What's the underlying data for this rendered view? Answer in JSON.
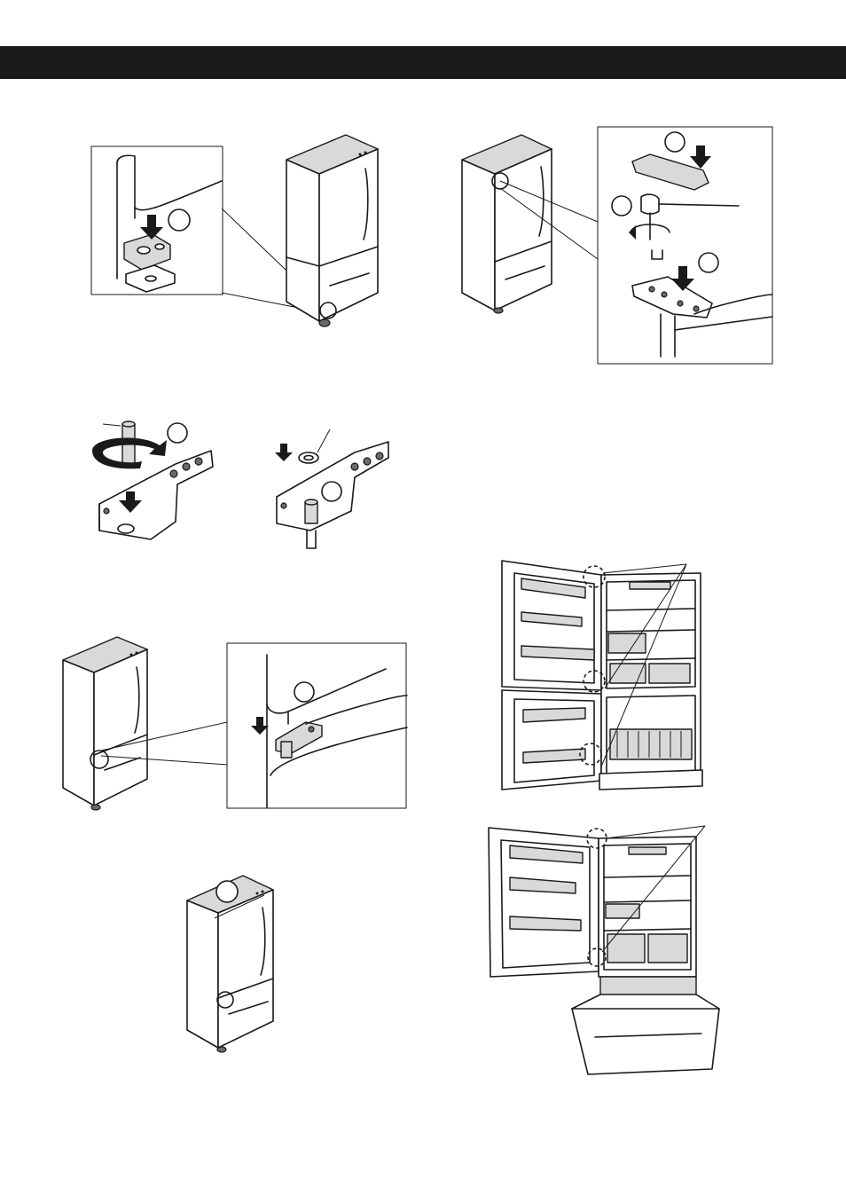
{
  "header": {
    "bar_color": "#1a1a1a"
  },
  "figures": [
    {
      "id": "fig-lower-hinge-detail",
      "icon": "lower-hinge-bracket-illustration"
    },
    {
      "id": "fig-fridge-lower-circle",
      "icon": "refrigerator-illustration"
    },
    {
      "id": "fig-fridge-top-circle",
      "icon": "refrigerator-illustration"
    },
    {
      "id": "fig-top-hinge-detail",
      "icon": "top-hinge-screwdriver-illustration"
    },
    {
      "id": "fig-hinge-pin-rotate",
      "icon": "hinge-pin-rotate-illustration"
    },
    {
      "id": "fig-hinge-washer",
      "icon": "hinge-washer-illustration"
    },
    {
      "id": "fig-fridge-open-door",
      "icon": "open-refrigerator-illustration"
    },
    {
      "id": "fig-fridge-middle-circle",
      "icon": "refrigerator-illustration"
    },
    {
      "id": "fig-middle-hinge-detail",
      "icon": "middle-hinge-illustration"
    },
    {
      "id": "fig-fridge-top-marker",
      "icon": "refrigerator-illustration"
    },
    {
      "id": "fig-fridge-open-drawer",
      "icon": "open-refrigerator-drawer-illustration"
    }
  ]
}
